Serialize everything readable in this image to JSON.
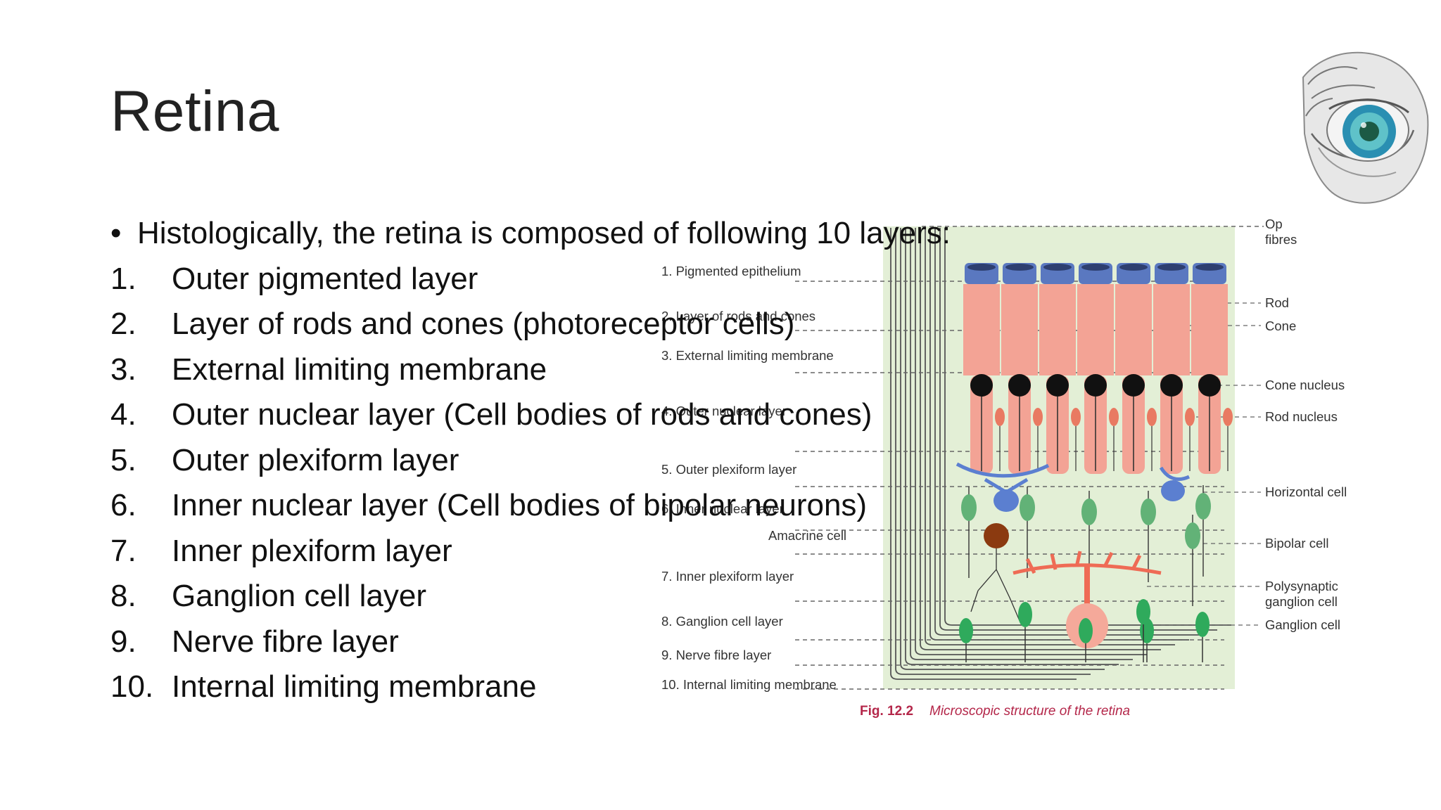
{
  "slide": {
    "title": "Retina",
    "intro": "Histologically, the retina is composed of following 10 layers:",
    "bullet_symbol": "•",
    "layers": [
      {
        "num": "1.",
        "text": "Outer pigmented layer"
      },
      {
        "num": "2.",
        "text": "Layer of rods and cones (photoreceptor cells)"
      },
      {
        "num": "3.",
        "text": "External limiting membrane"
      },
      {
        "num": "4.",
        "text": "Outer nuclear layer (Cell bodies of rods and cones)"
      },
      {
        "num": "5.",
        "text": "Outer plexiform layer"
      },
      {
        "num": "6.",
        "text": "Inner nuclear layer (Cell bodies of bipolar neurons)"
      },
      {
        "num": "7.",
        "text": "Inner plexiform layer"
      },
      {
        "num": "8.",
        "text": "Ganglion cell layer"
      },
      {
        "num": "9.",
        "text": "Nerve fibre layer"
      },
      {
        "num": "10.",
        "text": "Internal limiting membrane"
      }
    ]
  },
  "figure": {
    "left_labels": [
      "1. Pigmented epithelium",
      "2. Layer of rods and cones",
      "3. External limiting membrane",
      "4. Outer nuclear layer",
      "5. Outer plexiform layer",
      "6. Inner nuclear layer",
      "Amacrine cell",
      "7. Inner plexiform layer",
      "8. Ganglion cell layer",
      "9. Nerve fibre layer",
      "10. Internal limiting membrane"
    ],
    "right_labels": {
      "optic_1": "Op",
      "optic_2": "fibres",
      "rod": "Rod",
      "cone": "Cone",
      "cone_nucleus": "Cone nucleus",
      "rod_nucleus": "Rod nucleus",
      "horizontal": "Horizontal cell",
      "bipolar": "Bipolar cell",
      "polysynaptic_1": "Polysynaptic",
      "polysynaptic_2": "ganglion cell",
      "ganglion": "Ganglion cell"
    },
    "caption_num": "Fig. 12.2",
    "caption_text": "Microscopic structure of the retina",
    "colors": {
      "background": "#e3efd6",
      "photoreceptor": "#f3a395",
      "nucleus": "#111111",
      "pigment": "#5a78c0",
      "bipolar": "#62b277",
      "ganglion": "#2faa5c",
      "horizontal": "#5b7fd0",
      "amacrine": "#8b3a10",
      "polysynaptic": "#ef6b55",
      "caption": "#b4274a"
    }
  }
}
